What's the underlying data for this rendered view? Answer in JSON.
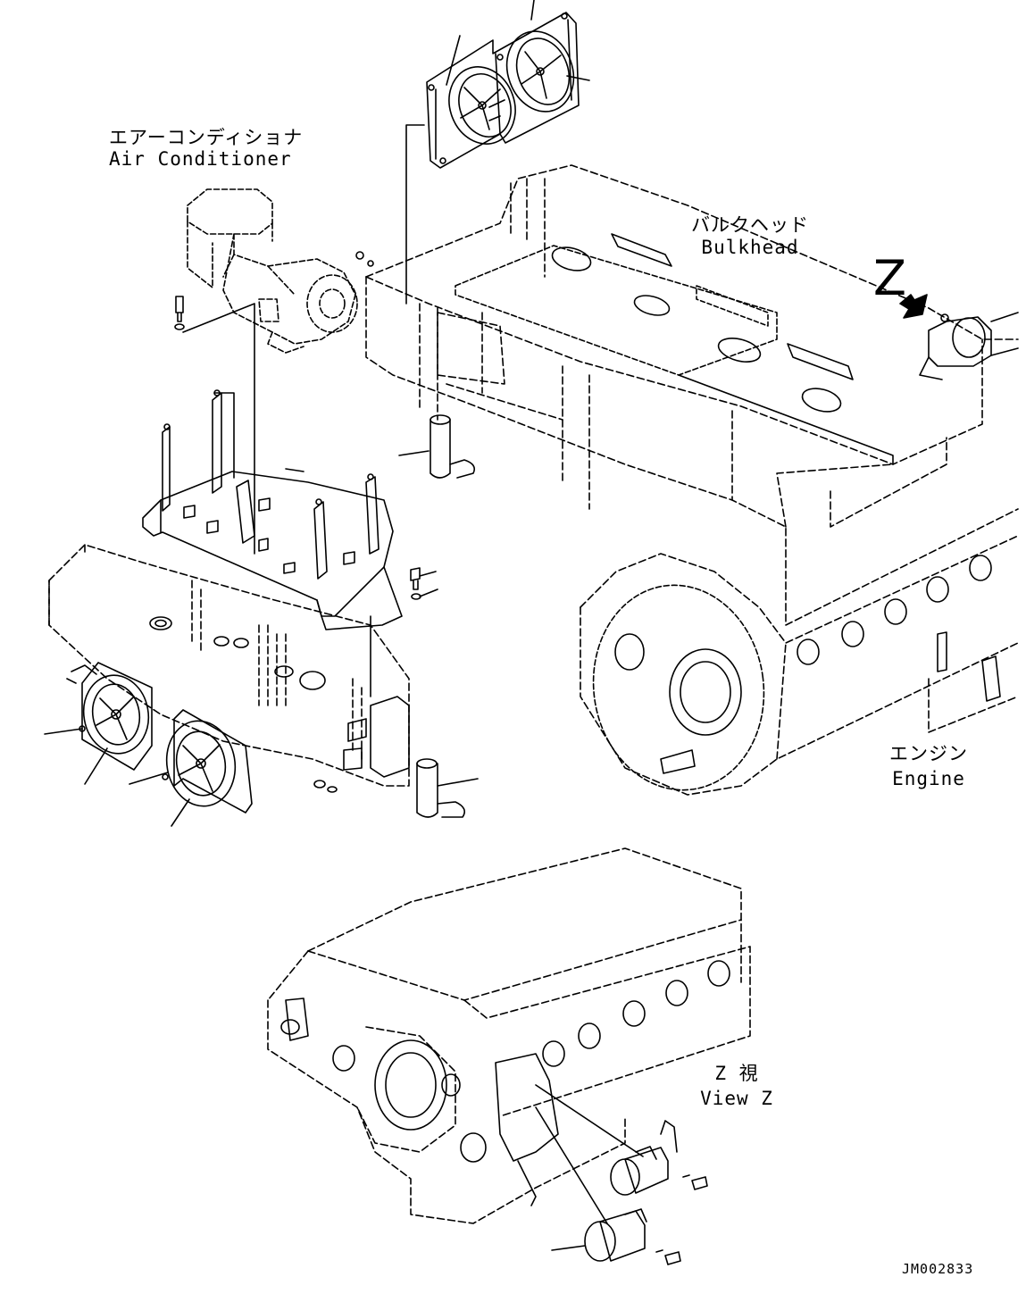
{
  "labels": {
    "air_conditioner_jp": "エアーコンディショナ",
    "air_conditioner_en": "Air Conditioner",
    "bulkhead_jp": "バルクヘッド",
    "bulkhead_en": "Bulkhead",
    "engine_jp": "エンジン",
    "engine_en": "Engine",
    "view_z_jp": "Z 視",
    "view_z_en": "View Z",
    "z_marker": "Z",
    "drawing_code": "JM002833"
  }
}
